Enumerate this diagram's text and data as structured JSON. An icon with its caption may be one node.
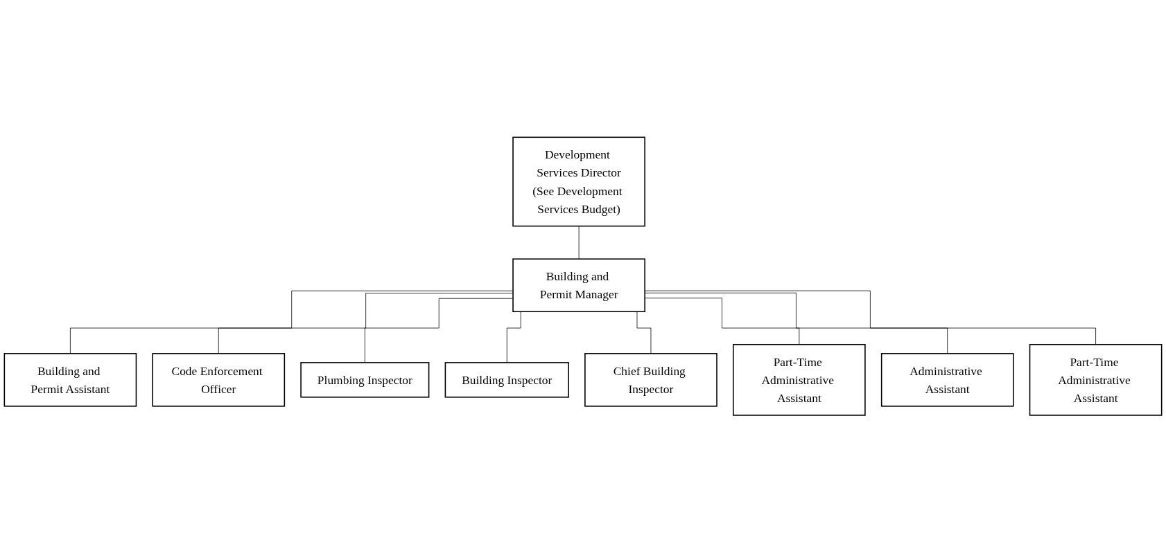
{
  "diagram": {
    "nodes": [
      {
        "text": [
          "Development Services Director",
          "(See Development Services Budget)"
        ]
      },
      {
        "text": [
          "Building and Permit Manager"
        ]
      },
      {
        "text": [
          "Building and Permit Assistant"
        ]
      },
      {
        "text": [
          "Code Enforcement Officer"
        ]
      },
      {
        "text": [
          "Plumbing Inspector"
        ]
      },
      {
        "text": [
          "Building Inspector"
        ]
      },
      {
        "text": [
          "Chief Building Inspector"
        ]
      },
      {
        "text": [
          "Part-Time Administrative Assistant"
        ]
      },
      {
        "text": [
          "Administrative Assistant"
        ]
      },
      {
        "text": [
          "Part-Time Administrative Assistant"
        ]
      }
    ],
    "edges": [
      {
        "from": 0,
        "to": 1,
        "arrow": "none"
      },
      {
        "from": 1,
        "to": 2,
        "arrow": "none"
      },
      {
        "from": 1,
        "to": 3,
        "arrow": "none"
      },
      {
        "from": 1,
        "to": 4,
        "arrow": "none"
      },
      {
        "from": 1,
        "to": 5,
        "arrow": "none"
      },
      {
        "from": 1,
        "to": 6,
        "arrow": "none"
      },
      {
        "from": 1,
        "to": 7,
        "arrow": "none"
      },
      {
        "from": 1,
        "to": 8,
        "arrow": "none"
      },
      {
        "from": 1,
        "to": 9,
        "arrow": "none"
      }
    ]
  }
}
